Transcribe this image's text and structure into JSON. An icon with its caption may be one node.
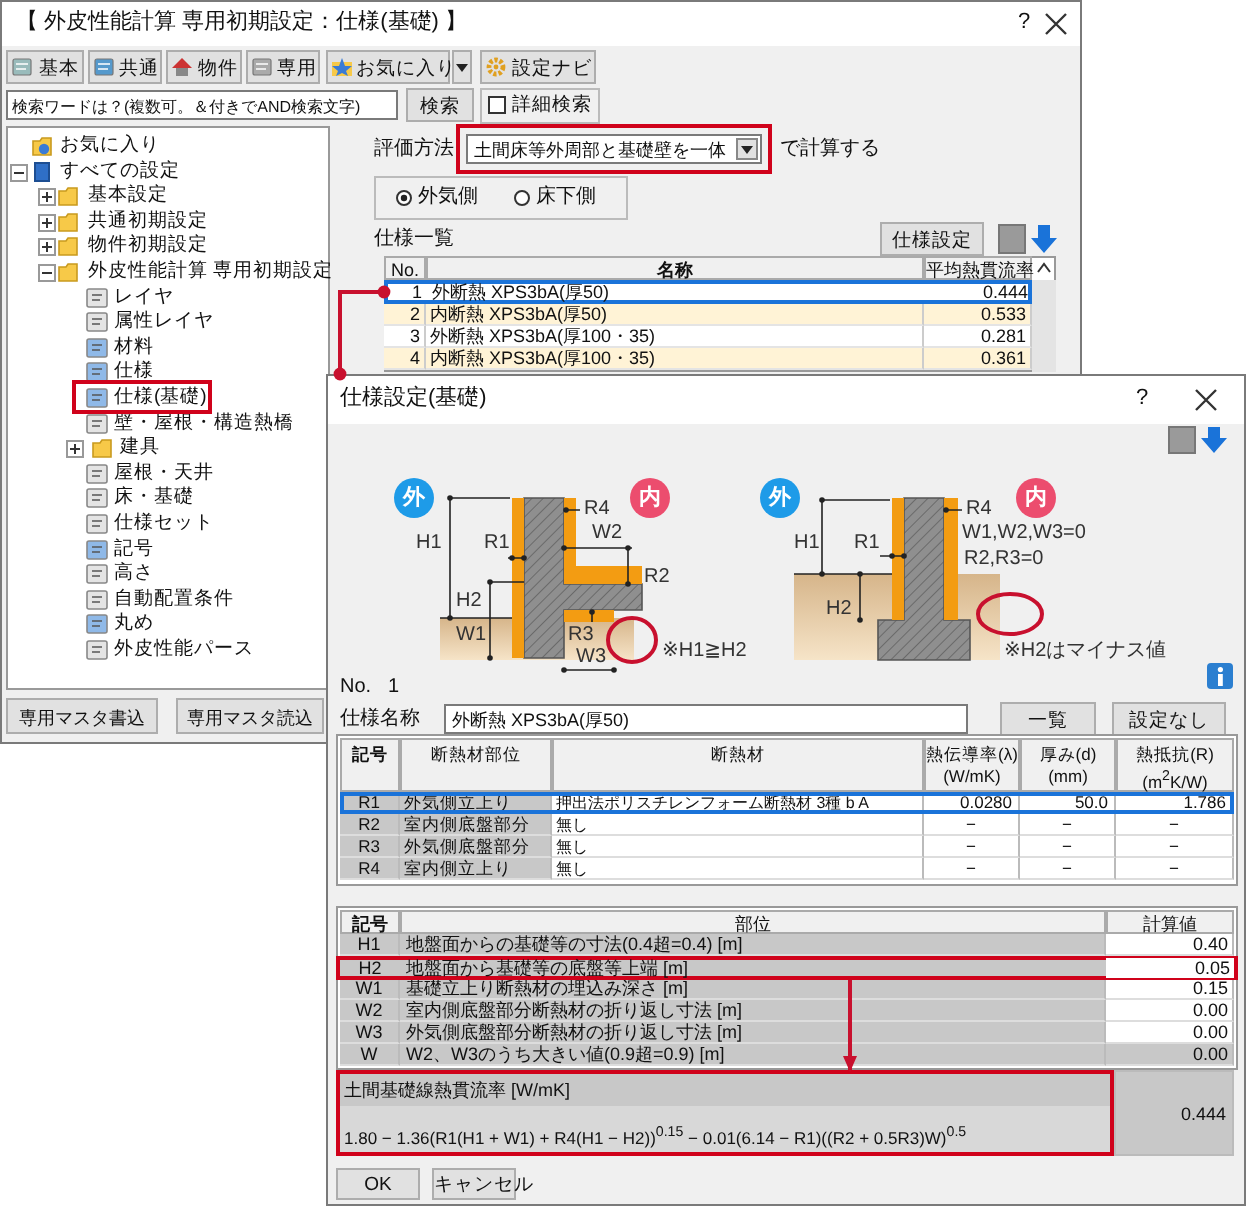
{
  "diagram": {
    "nodes": [
      {
        "text": [
          "【 外皮性能計算 専用初期設定：仕様(基礎) 】"
        ]
      },
      {
        "text": [
          "1",
          "外断熱 XPS3bA(厚50)",
          "0.444"
        ],
        "in": 0
      },
      {
        "text": [
          "仕様設定(基礎)"
        ]
      },
      {
        "text": [
          "H2",
          "地盤面から基礎等の底盤等上端 [m]",
          "0.05"
        ],
        "in": 2
      },
      {
        "text": [
          "土間基礎線熱貫流率 [W/mK]",
          "1.80 − 1.36(R1(H1 + W1) + R4(H1 − H2))$^{0.15}$ − 0.01(6.14 − R1)((R2 + 0.5R3)W)$^{0.5}$"
        ],
        "in": 2
      }
    ],
    "edges": [
      {
        "from": 1,
        "to": 2,
        "arrow": "other"
      },
      {
        "from": 3,
        "to": 4,
        "arrow": "to"
      }
    ],
    "labels": [
      "?",
      "基本",
      "共通",
      "物件",
      "専用",
      "お気に入り",
      "設定ナビ",
      "検索ワードは？(複数可。＆付きでAND検索文字)",
      "検索",
      "詳細検索",
      "お気に入り",
      "すべての設定",
      "基本設定",
      "共通初期設定",
      "物件初期設定",
      "外皮性能計算 専用初期設定",
      "レイヤ",
      "属性レイヤ",
      "材料",
      "仕様",
      "仕様(基礎)",
      "壁・屋根・構造熱橋",
      "建具",
      "屋根・天井",
      "床・基礎",
      "仕様セット",
      "記号",
      "高さ",
      "自動配置条件",
      "丸め",
      "外皮性能パース",
      "専用マスタ書込",
      "専用マスタ読込",
      "評価方法",
      "土間床等外周部と基礎壁を一体",
      "で計算する",
      "外気側",
      "床下側",
      "仕様一覧",
      "仕様設定",
      "No.",
      "名称",
      "平均熱貫流率",
      "2",
      "内断熱 XPS3bA(厚50)",
      "0.533",
      "3",
      "外断熱 XPS3bA(厚100・35)",
      "0.281",
      "4",
      "内断熱 XPS3bA(厚100・35)",
      "0.361",
      "?",
      "外",
      "内",
      "H1",
      "R1",
      "R4",
      "W2",
      "R2",
      "H2",
      "W1",
      "R3",
      "W3",
      "※H1≧H2",
      "外",
      "内",
      "H1",
      "R1",
      "R4",
      "W1,W2,W3=0",
      "R2,R3=0",
      "H2",
      "※H2はマイナス値",
      "No.",
      "1",
      "仕様名称",
      "外断熱 XPS3bA(厚50)",
      "一覧",
      "設定なし",
      "記号",
      "断熱材部位",
      "断熱材",
      "熱伝導率(λ) (W/mK)",
      "厚み(d) (mm)",
      "熱抵抗(R) (m$^{2}$K/W)",
      "R1",
      "外気側立上り",
      "押出法ポリスチレンフォーム断熱材 3種 b A",
      "0.0280",
      "50.0",
      "1.786",
      "R2",
      "室内側底盤部分",
      "無し",
      "−",
      "−",
      "−",
      "R3",
      "外気側底盤部分",
      "無し",
      "−",
      "−",
      "−",
      "R4",
      "室内側立上り",
      "無し",
      "−",
      "−",
      "−",
      "記号",
      "部位",
      "計算値",
      "H1",
      "地盤面からの基礎等の寸法(0.4超=0.4) [m]",
      "0.40",
      "W1",
      "基礎立上り断熱材の埋込み深さ [m]",
      "0.15",
      "W2",
      "室内側底盤部分断熱材の折り返し寸法 [m]",
      "0.00",
      "W3",
      "外気側底盤部分断熱材の折り返し寸法 [m]",
      "0.00",
      "W",
      "W2、W3のうち大きい値(0.9超=0.9) [m]",
      "0.00",
      "0.444",
      "OK",
      "キャンセル"
    ]
  }
}
